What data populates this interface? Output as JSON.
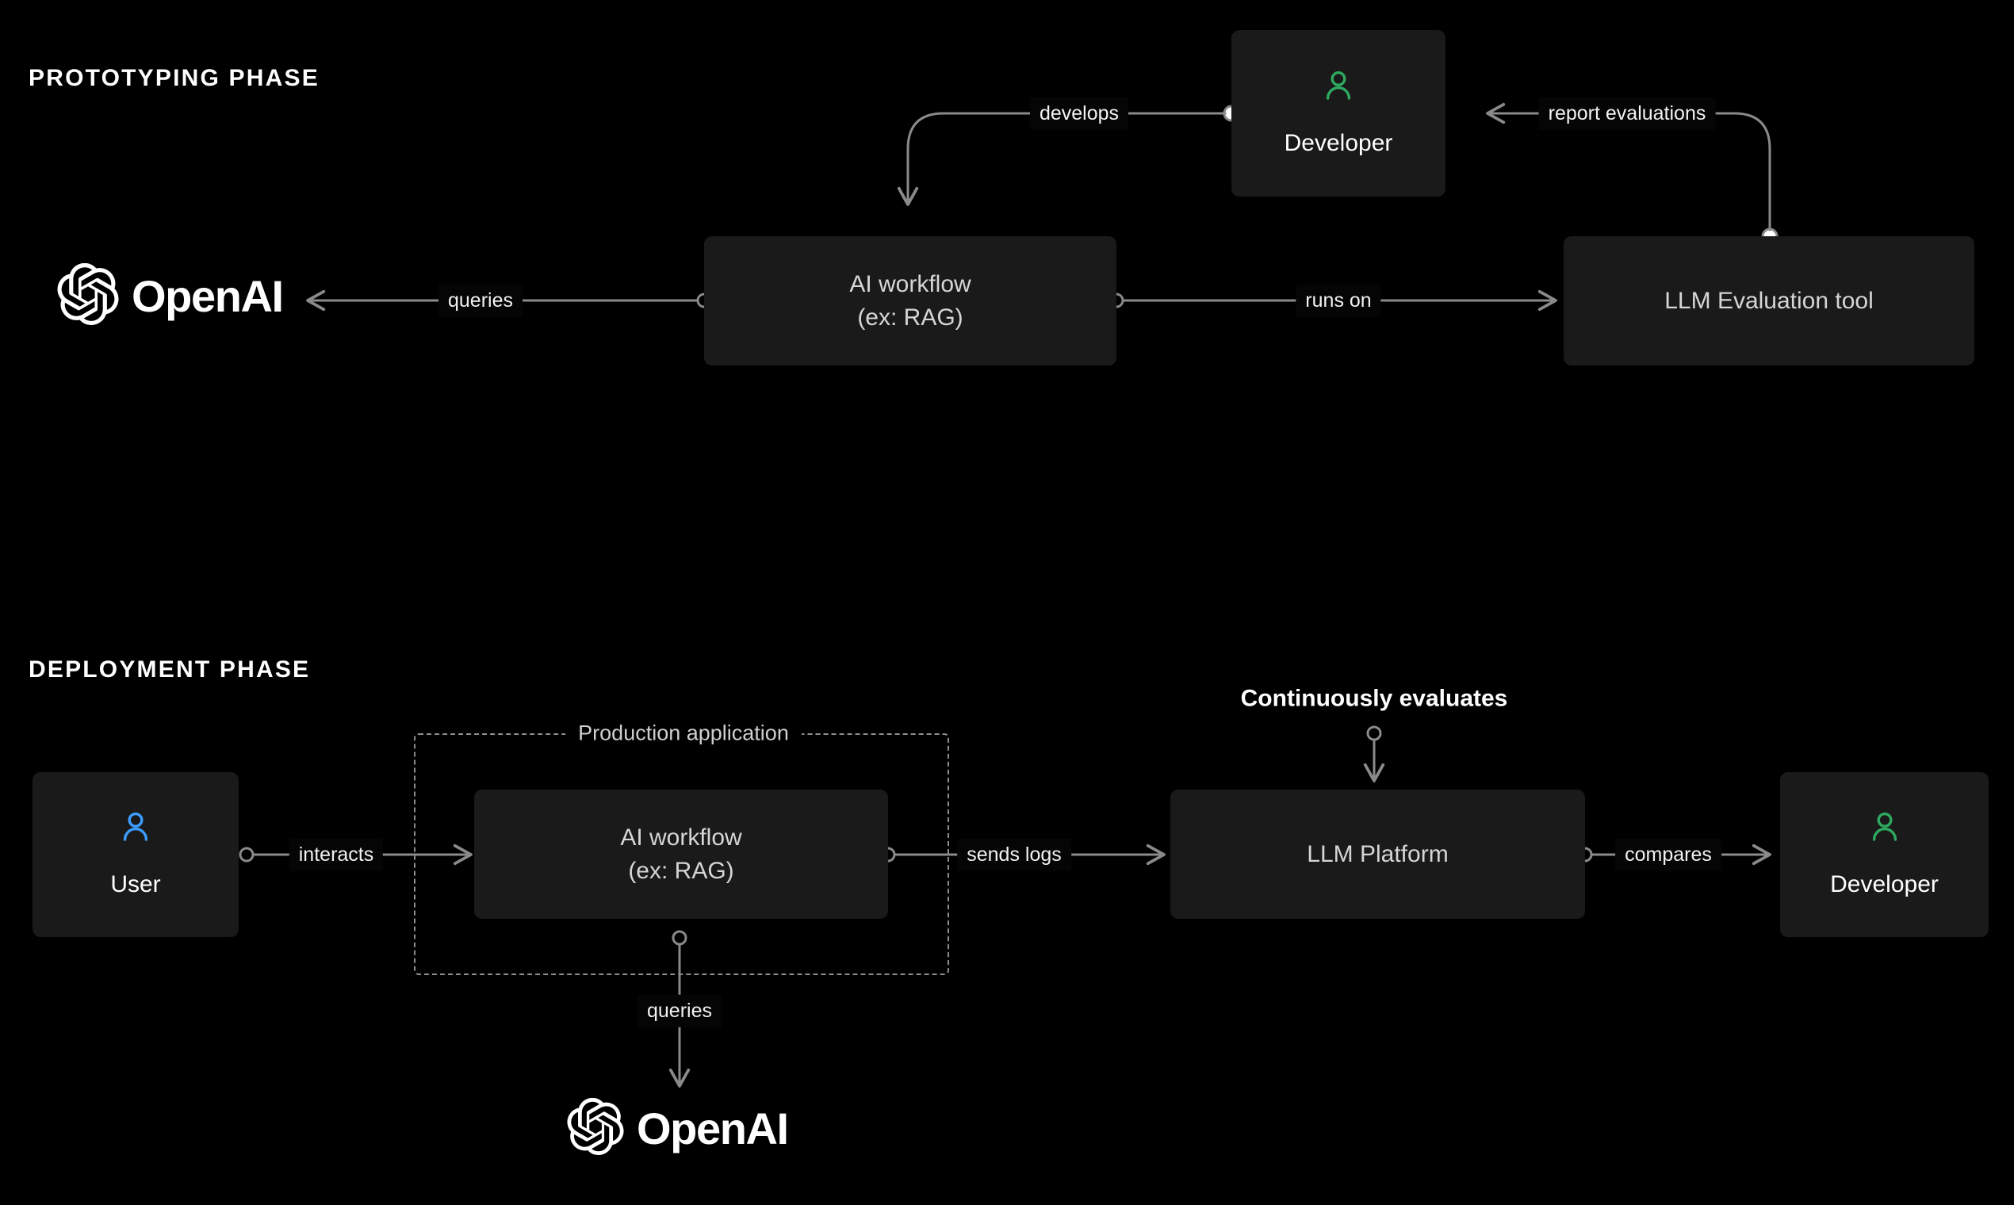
{
  "diagram": {
    "background_color": "#000000",
    "node_fill": "#1a1a1a",
    "edge_color": "#8a8a8a",
    "developer_icon_color": "#2ea95f",
    "user_icon_color": "#3b9eff",
    "brand_text": "OpenAI"
  },
  "phases": {
    "prototyping": {
      "title": "PROTOTYPING PHASE",
      "nodes": {
        "openai": {
          "label": "OpenAI",
          "icon": "openai-logo"
        },
        "ai_workflow": {
          "label": "AI workflow\n(ex: RAG)"
        },
        "developer": {
          "label": "Developer",
          "icon": "person-icon"
        },
        "llm_eval_tool": {
          "label": "LLM Evaluation tool"
        }
      },
      "edges": [
        {
          "label": "queries",
          "from": "ai_workflow",
          "to": "openai"
        },
        {
          "label": "develops",
          "from": "developer",
          "to": "ai_workflow"
        },
        {
          "label": "runs on",
          "from": "ai_workflow",
          "to": "llm_eval_tool"
        },
        {
          "label": "report evaluations",
          "from": "llm_eval_tool",
          "to": "developer"
        }
      ]
    },
    "deployment": {
      "title": "DEPLOYMENT PHASE",
      "group": {
        "title": "Production application"
      },
      "nodes": {
        "user": {
          "label": "User",
          "icon": "person-icon"
        },
        "ai_workflow": {
          "label": "AI workflow\n(ex: RAG)"
        },
        "llm_platform": {
          "label": "LLM Platform"
        },
        "developer": {
          "label": "Developer",
          "icon": "person-icon"
        },
        "openai": {
          "label": "OpenAI",
          "icon": "openai-logo"
        }
      },
      "edges": [
        {
          "label": "interacts",
          "from": "user",
          "to": "ai_workflow"
        },
        {
          "label": "sends logs",
          "from": "ai_workflow",
          "to": "llm_platform"
        },
        {
          "label": "compares",
          "from": "llm_platform",
          "to": "developer"
        },
        {
          "label": "queries",
          "from": "ai_workflow",
          "to": "openai"
        },
        {
          "label": "Continuously evaluates",
          "from": "",
          "to": "llm_platform"
        }
      ]
    }
  }
}
